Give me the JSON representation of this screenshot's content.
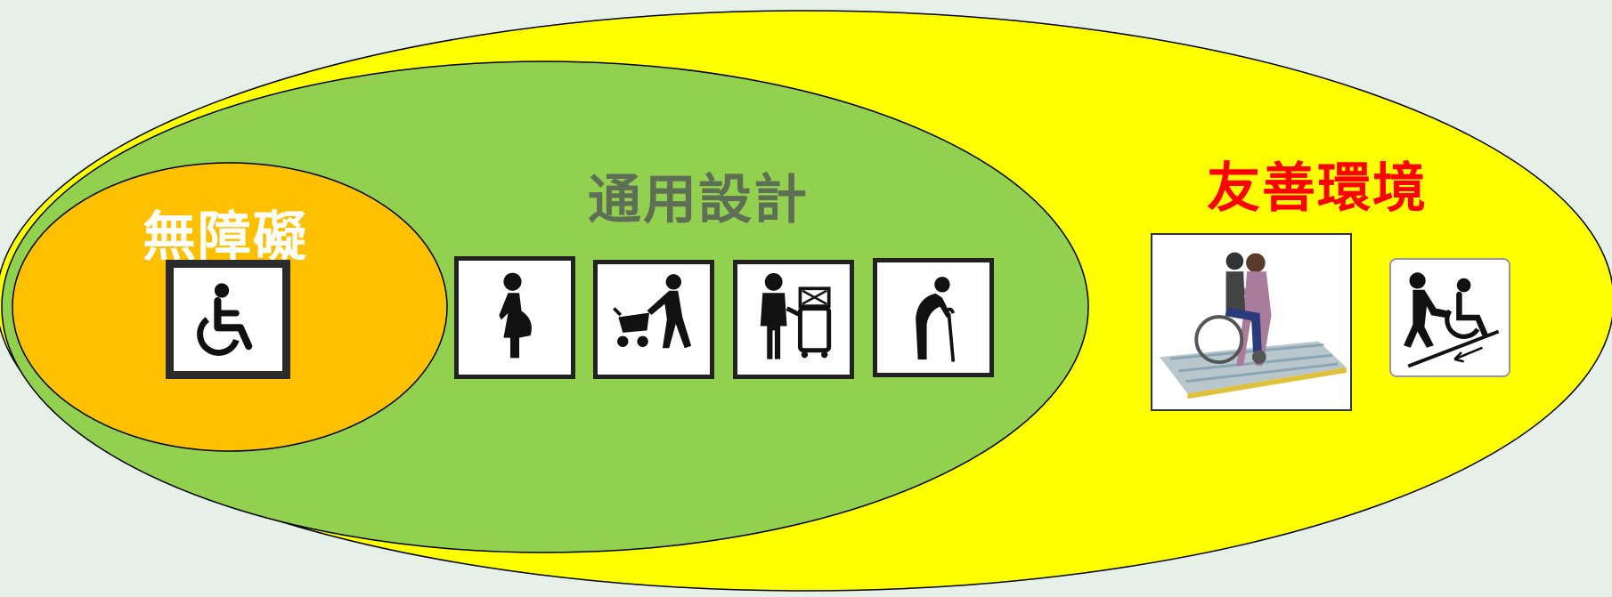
{
  "diagram": {
    "labels": {
      "accessible": "無障礙",
      "universal": "通用設計",
      "friendly": "友善環境"
    },
    "colors": {
      "background": "#e6efe8",
      "accessible_fill": "#ffc000",
      "universal_fill": "#92d050",
      "friendly_fill": "#ffff00",
      "accessible_text": "#ffffff",
      "universal_text": "#5f6f55",
      "friendly_text": "#ff0000"
    },
    "icons": {
      "accessible": [
        "wheelchair-icon"
      ],
      "universal": [
        "pregnant-woman-icon",
        "stroller-icon",
        "luggage-traveler-icon",
        "elderly-cane-icon"
      ],
      "friendly": [
        "wheelchair-ramp-photo",
        "wheelchair-ramp-sign-icon"
      ]
    }
  }
}
